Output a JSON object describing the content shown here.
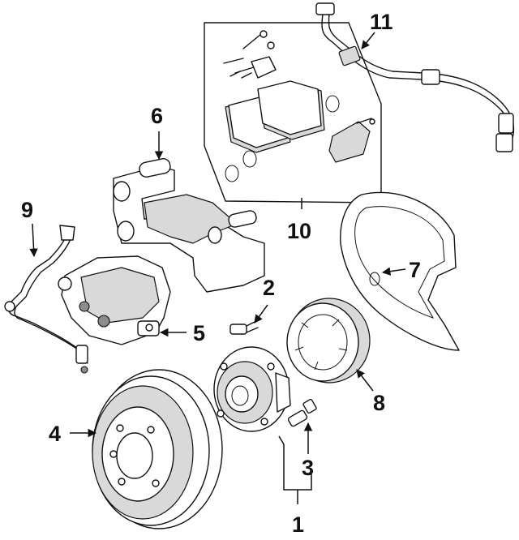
{
  "callouts": {
    "c1": "1",
    "c2": "2",
    "c3": "3",
    "c4": "4",
    "c5": "5",
    "c6": "6",
    "c7": "7",
    "c8": "8",
    "c9": "9",
    "c10": "10",
    "c11": "11"
  },
  "colors": {
    "line": "#111111",
    "shade": "#d9d9d9",
    "background": "#ffffff"
  }
}
